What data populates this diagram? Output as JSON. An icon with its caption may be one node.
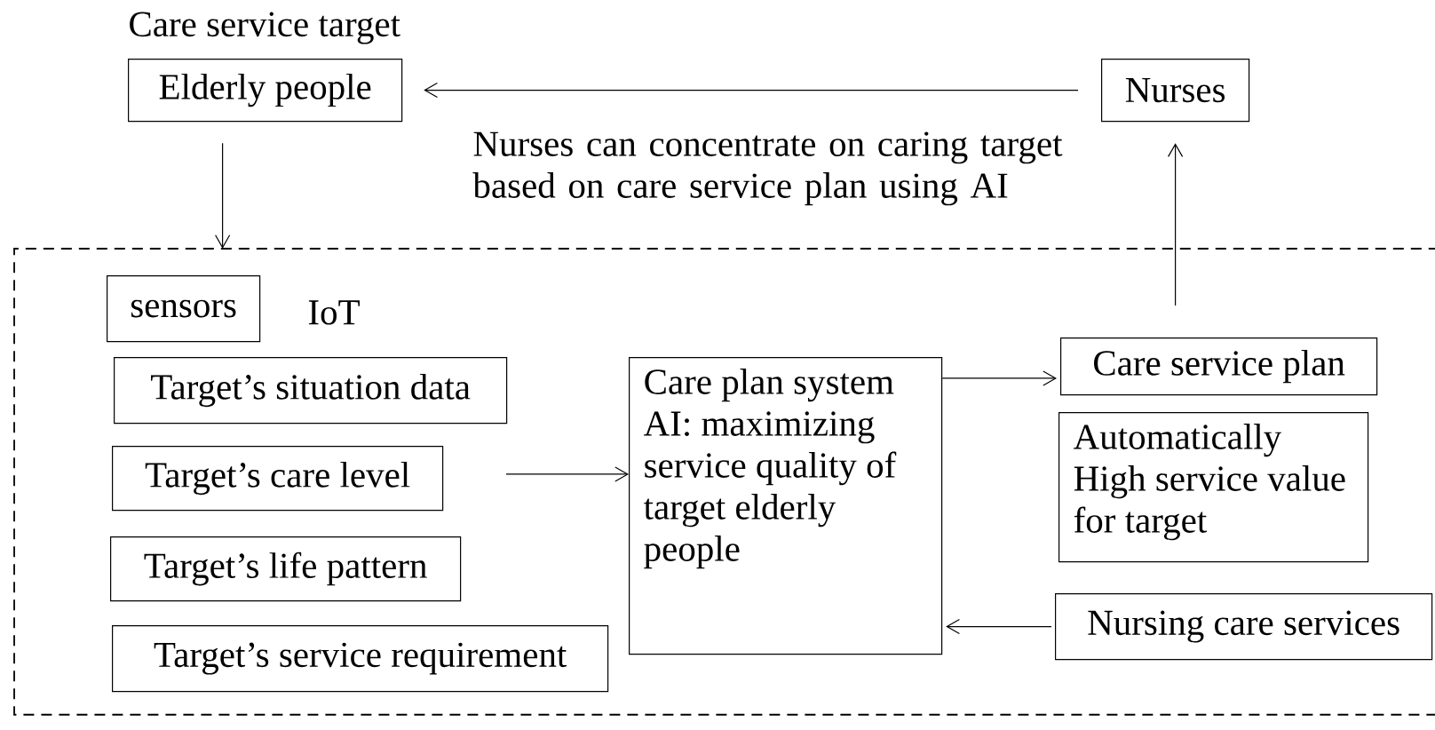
{
  "diagram": {
    "nodes": [
      {
        "text": [
          "Elderly people"
        ],
        "beside": [
          "Care service target"
        ]
      },
      {
        "text": [
          "Nurses"
        ]
      },
      {
        "text": [],
        "shape": "box"
      },
      {
        "text": [
          "sensors"
        ],
        "in": 2
      },
      {
        "text": [
          "Target’s situation data"
        ],
        "in": 2
      },
      {
        "text": [
          "Target’s care level"
        ],
        "in": 2
      },
      {
        "text": [
          "Target’s life pattern"
        ],
        "in": 2
      },
      {
        "text": [
          "Target’s service requirement"
        ],
        "in": 2
      },
      {
        "text": [
          "Care plan system AI: maximizing service quality of target elderly people"
        ],
        "in": 2
      },
      {
        "text": [
          "Care service plan"
        ],
        "in": 2
      },
      {
        "text": [
          "Automatically High service value for target"
        ],
        "in": 2
      },
      {
        "text": [
          "Nursing care services"
        ],
        "in": 2
      }
    ],
    "edges": [
      {
        "from": 1,
        "to": 0,
        "arrow": "to",
        "label": "Nurses can concentrate on caring target based on care service plan using AI"
      },
      {
        "from": 0,
        "to": 2,
        "arrow": "to"
      },
      {
        "from": 9,
        "to": 1,
        "arrow": "to"
      },
      {
        "from": null,
        "to": 8,
        "arrow": "to"
      },
      {
        "from": 8,
        "to": 9,
        "arrow": "to"
      },
      {
        "from": 11,
        "to": 8,
        "arrow": "to"
      }
    ],
    "labels": [
      "IoT"
    ]
  }
}
